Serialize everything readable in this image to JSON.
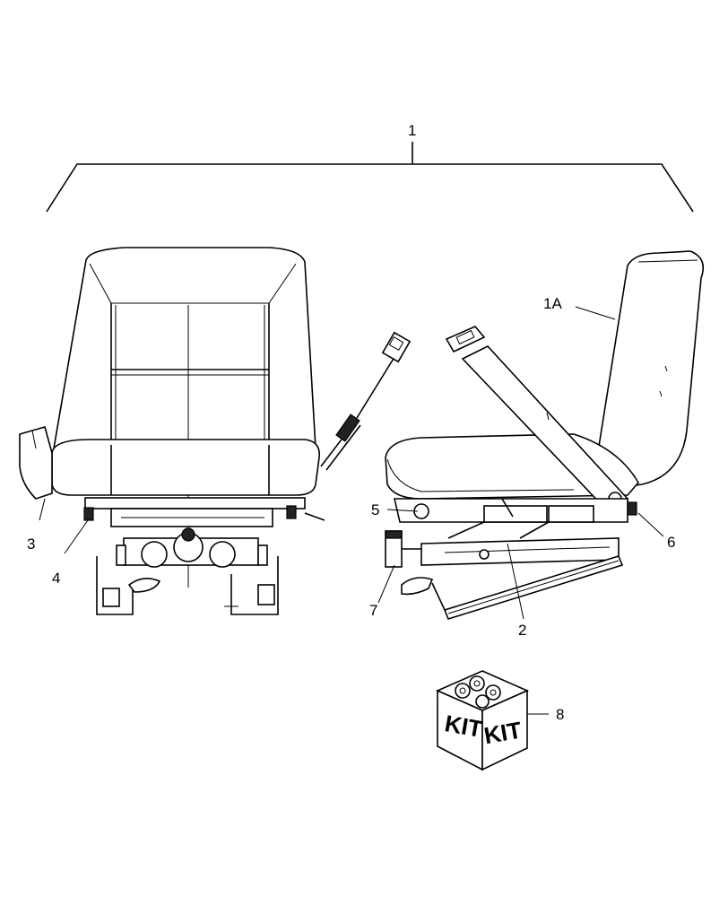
{
  "callouts": {
    "c1": "1",
    "c1a": "1A",
    "c2": "2",
    "c3": "3",
    "c4": "4",
    "c5": "5",
    "c6": "6",
    "c7": "7",
    "c8": "8"
  },
  "kit": {
    "left_face": "KIT",
    "right_face": "KIT"
  }
}
